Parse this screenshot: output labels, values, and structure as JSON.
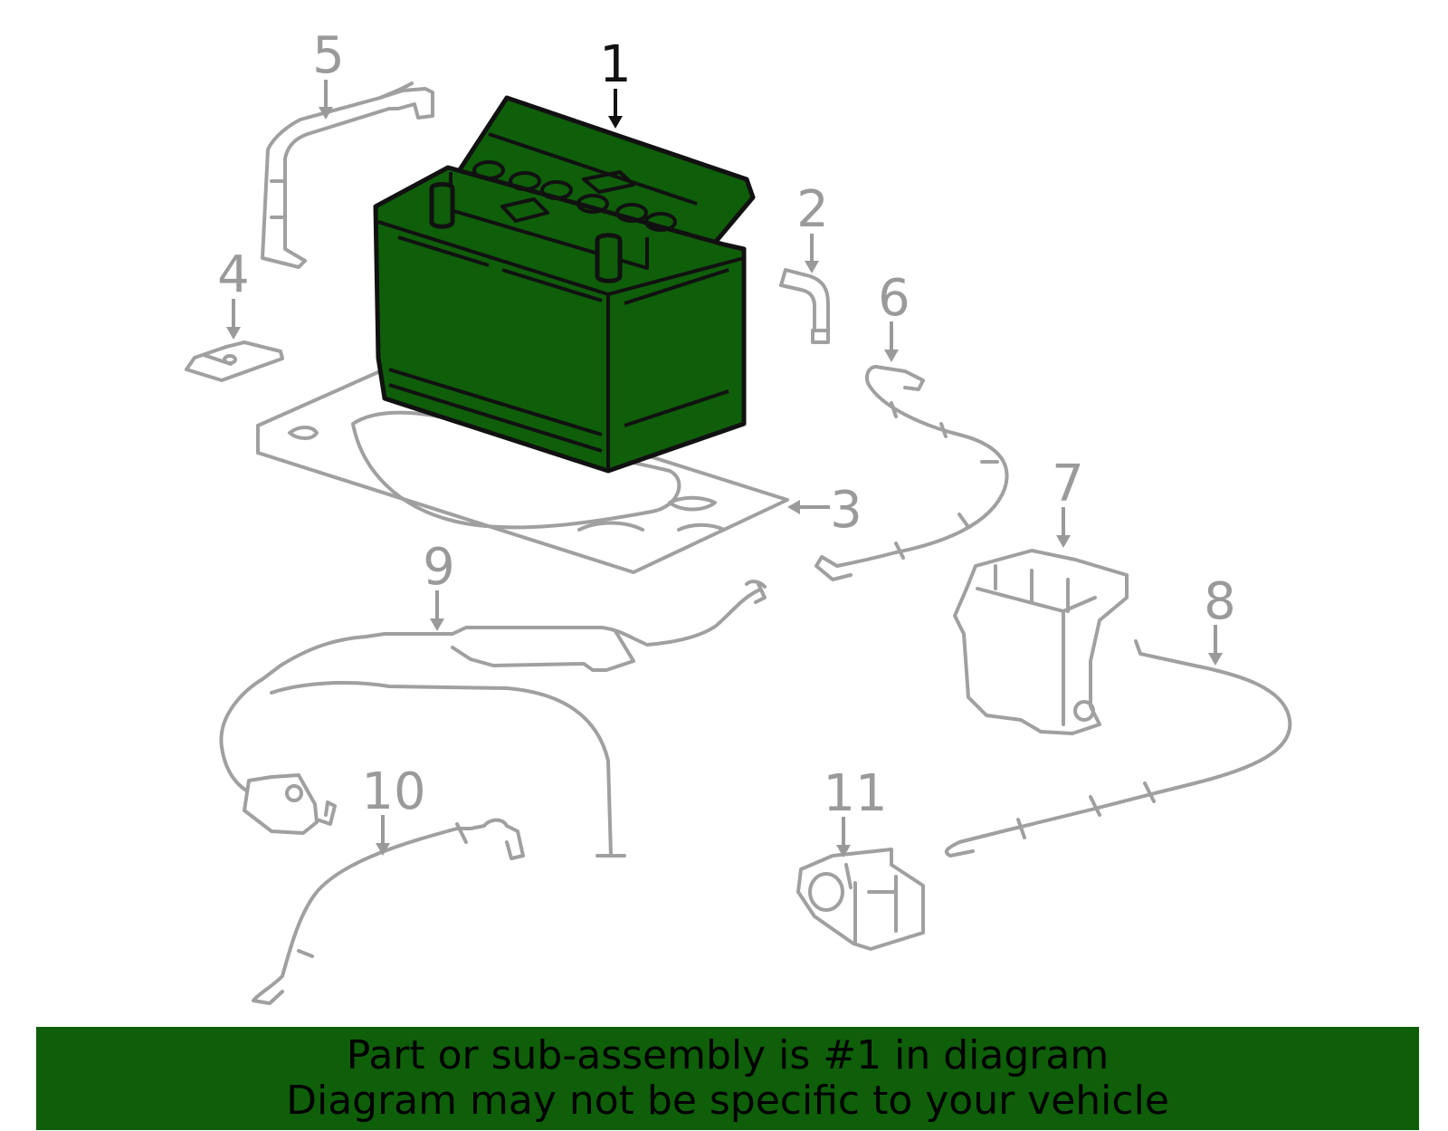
{
  "callouts": [
    "1",
    "2",
    "3",
    "4",
    "5",
    "6",
    "7",
    "8",
    "9",
    "10",
    "11"
  ],
  "highlight_callout": "1",
  "colors": {
    "highlight_fill": "#0f5e0a",
    "part_stroke": "#a0a0a0",
    "label_gray": "#9a9a9a",
    "banner_bg": "#0f5e0a"
  },
  "banner": {
    "line1": "Part or sub-assembly is #1 in diagram",
    "line2": "Diagram may not be specific to your vehicle"
  }
}
